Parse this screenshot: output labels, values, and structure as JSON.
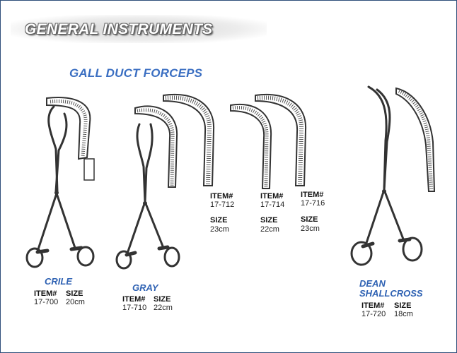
{
  "banner": {
    "title": "GENERAL INSTRUMENTS"
  },
  "section": {
    "title": "GALL DUCT FORCEPS"
  },
  "labels": {
    "item": "ITEM#",
    "size": "SIZE"
  },
  "instruments": [
    {
      "name": "CRILE",
      "item": "17-700",
      "size": "20cm"
    },
    {
      "name": "GRAY",
      "item": "17-710",
      "size": "22cm"
    },
    {
      "name": "",
      "item": "17-712",
      "size": "23cm"
    },
    {
      "name": "",
      "item": "17-714",
      "size": "22cm"
    },
    {
      "name": "",
      "item": "17-716",
      "size": "23cm"
    },
    {
      "name_line1": "DEAN",
      "name_line2": "SHALLCROSS",
      "item": "17-720",
      "size": "18cm"
    }
  ],
  "colors": {
    "border": "#2f4f7a",
    "accent": "#3b6fc2",
    "instrument": "#333333"
  }
}
